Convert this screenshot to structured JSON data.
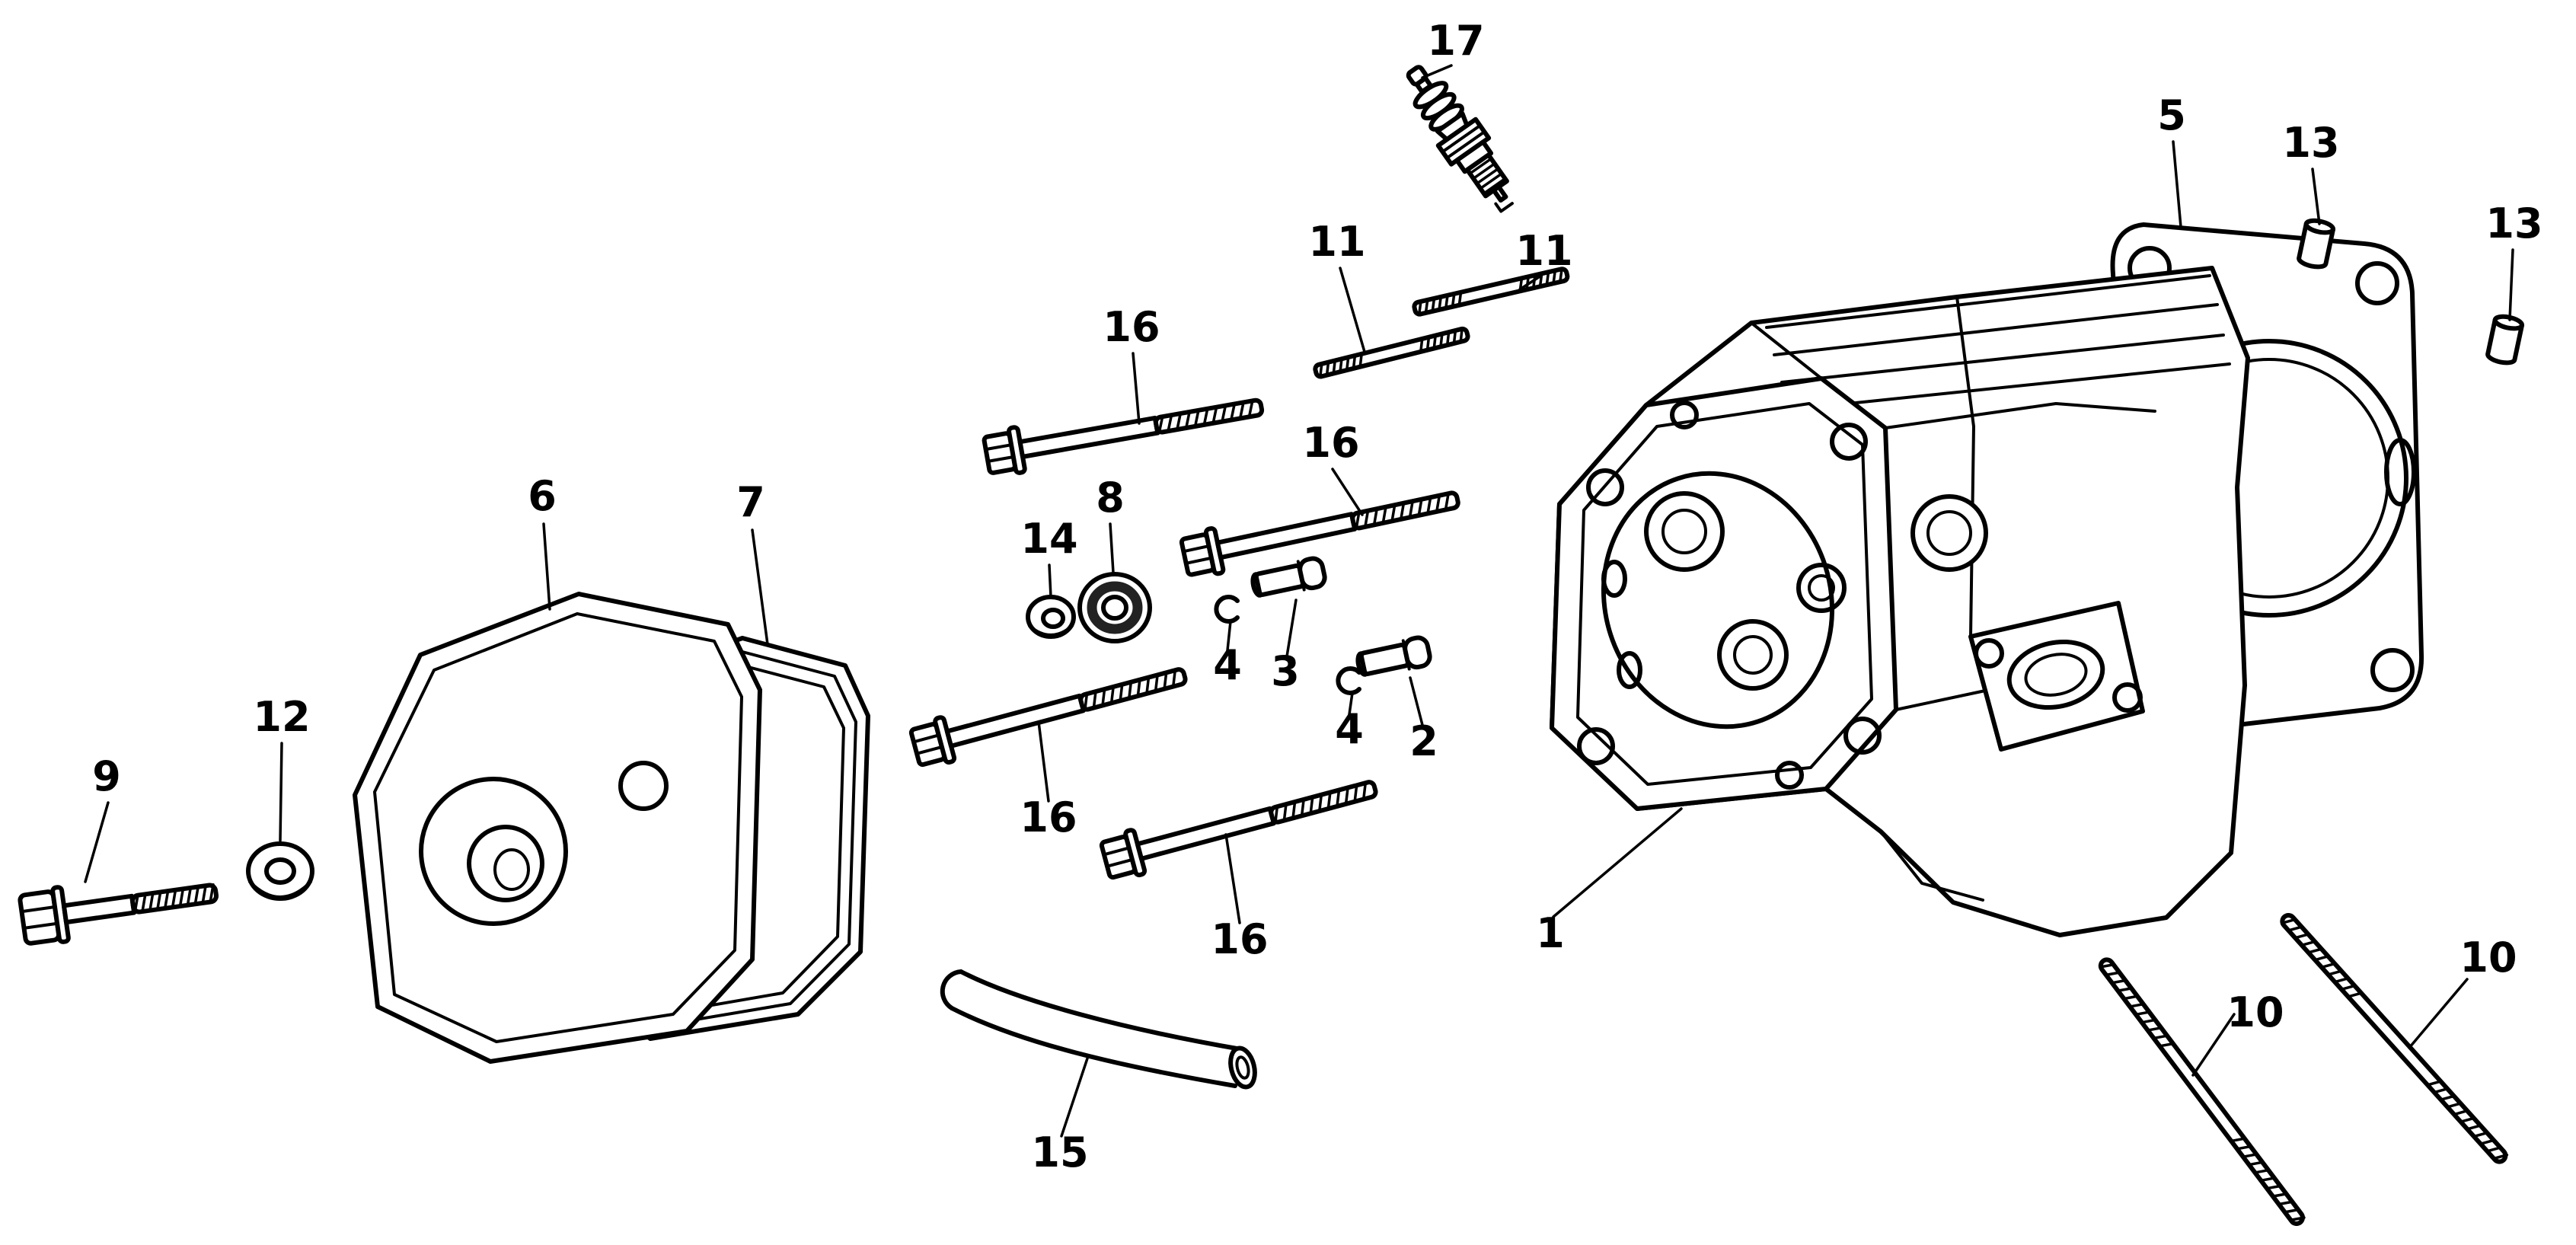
{
  "diagram": {
    "colors": {
      "line": "#000000",
      "paper": "#ffffff"
    },
    "callouts": [
      {
        "part": "17"
      },
      {
        "part": "5"
      },
      {
        "part": "13"
      },
      {
        "part": "13"
      },
      {
        "part": "11"
      },
      {
        "part": "11"
      },
      {
        "part": "16"
      },
      {
        "part": "6"
      },
      {
        "part": "7"
      },
      {
        "part": "8"
      },
      {
        "part": "14"
      },
      {
        "part": "16"
      },
      {
        "part": "4"
      },
      {
        "part": "3"
      },
      {
        "part": "4"
      },
      {
        "part": "2"
      },
      {
        "part": "12"
      },
      {
        "part": "9"
      },
      {
        "part": "16"
      },
      {
        "part": "16"
      },
      {
        "part": "1"
      },
      {
        "part": "15"
      },
      {
        "part": "10"
      },
      {
        "part": "10"
      }
    ]
  }
}
